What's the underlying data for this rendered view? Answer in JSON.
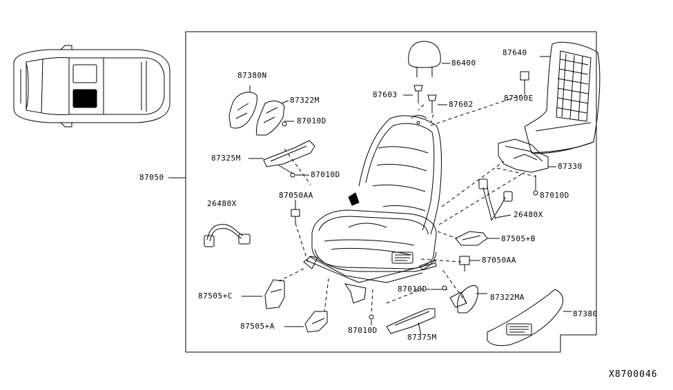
{
  "figure_code": "X8700046",
  "assembly_label": "87050",
  "parts": {
    "p87380N": "87380N",
    "p87322M": "87322M",
    "p87010D_a": "87010D",
    "p87325M": "87325M",
    "p87010D_b": "87010D",
    "p26480X_left": "26480X",
    "p87050AA_top": "87050AA",
    "p86400": "86400",
    "p87603": "87603",
    "p87602": "87602",
    "p87640": "87640",
    "p87300E": "87300E",
    "p87330": "87330",
    "p87010D_c": "87010D",
    "p26480X_right": "26480X",
    "p87505B": "87505+B",
    "p87050AA_bottom": "87050AA",
    "p87010D_d": "87010D",
    "p87322MA": "87322MA",
    "p87380": "87380",
    "p87505C": "87505+C",
    "p87505A": "87505+A",
    "p87010D_e": "87010D",
    "p87375M": "87375M"
  }
}
